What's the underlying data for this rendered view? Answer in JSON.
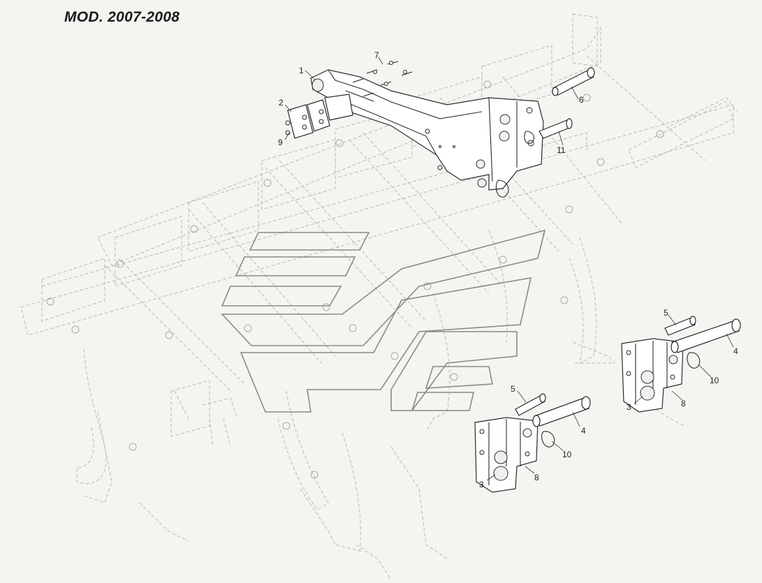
{
  "title": "MOD. 2007-2008",
  "callouts": [
    {
      "id": "c1",
      "text": "1"
    },
    {
      "id": "c2",
      "text": "2"
    },
    {
      "id": "c9",
      "text": "9"
    },
    {
      "id": "c7",
      "text": "7"
    },
    {
      "id": "c6",
      "text": "6"
    },
    {
      "id": "c11",
      "text": "11"
    },
    {
      "id": "c5a",
      "text": "5"
    },
    {
      "id": "c4a",
      "text": "4"
    },
    {
      "id": "c10a",
      "text": "10"
    },
    {
      "id": "c3a",
      "text": "3"
    },
    {
      "id": "c8a",
      "text": "8"
    },
    {
      "id": "c5b",
      "text": "5"
    },
    {
      "id": "c4b",
      "text": "4"
    },
    {
      "id": "c10b",
      "text": "10"
    },
    {
      "id": "c3b",
      "text": "3"
    },
    {
      "id": "c8b",
      "text": "8"
    }
  ]
}
